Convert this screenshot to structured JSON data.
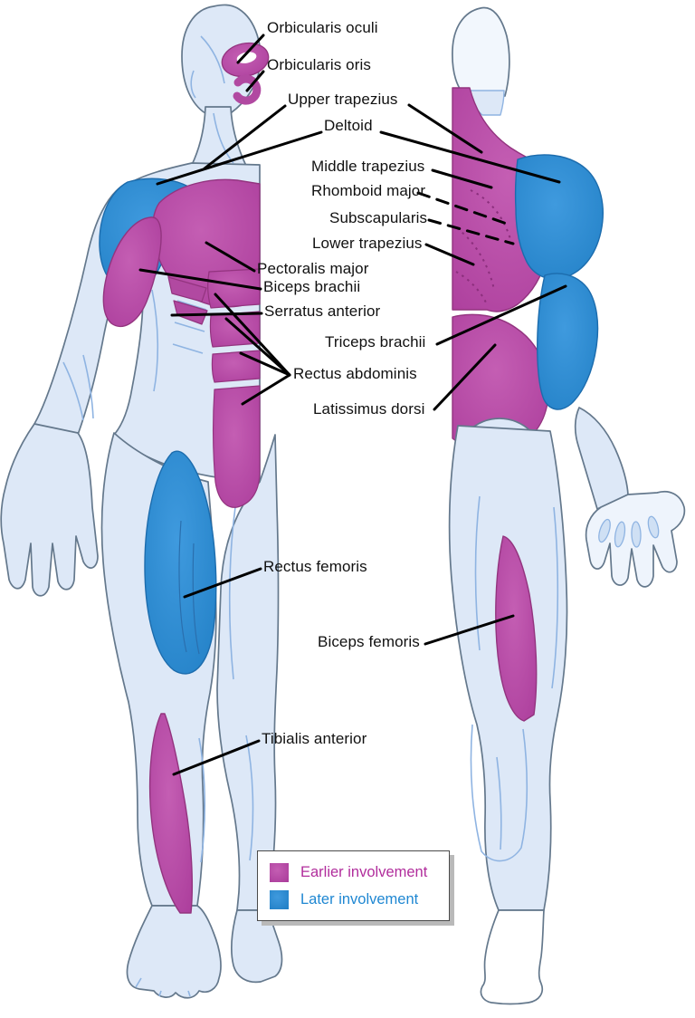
{
  "colors": {
    "earlier_involvement": "#b149a1",
    "later_involvement": "#2d8bd2",
    "body_fill": "#dde8f7",
    "body_outline": "#64788c",
    "leader_line": "#000000",
    "label_text": "#111111",
    "legend_earlier_text": "#b12d9c",
    "legend_later_text": "#1f87d2"
  },
  "labels": [
    {
      "id": "orbicularis-oculi",
      "text": "Orbicularis oculi",
      "involvement": "earlier"
    },
    {
      "id": "orbicularis-oris",
      "text": "Orbicularis oris",
      "involvement": "earlier"
    },
    {
      "id": "upper-trapezius",
      "text": "Upper trapezius",
      "involvement": "earlier"
    },
    {
      "id": "deltoid",
      "text": "Deltoid",
      "involvement": "later"
    },
    {
      "id": "middle-trapezius",
      "text": "Middle trapezius",
      "involvement": "earlier"
    },
    {
      "id": "rhomboid-major",
      "text": "Rhomboid major",
      "involvement": "earlier"
    },
    {
      "id": "subscapularis",
      "text": "Subscapularis",
      "involvement": "earlier"
    },
    {
      "id": "lower-trapezius",
      "text": "Lower trapezius",
      "involvement": "earlier"
    },
    {
      "id": "pectoralis-major",
      "text": "Pectoralis major",
      "involvement": "earlier"
    },
    {
      "id": "biceps-brachii",
      "text": "Biceps brachii",
      "involvement": "earlier"
    },
    {
      "id": "serratus-anterior",
      "text": "Serratus anterior",
      "involvement": "earlier"
    },
    {
      "id": "triceps-brachii",
      "text": "Triceps brachii",
      "involvement": "later"
    },
    {
      "id": "rectus-abdominis",
      "text": "Rectus abdominis",
      "involvement": "earlier"
    },
    {
      "id": "latissimus-dorsi",
      "text": "Latissimus dorsi",
      "involvement": "earlier"
    },
    {
      "id": "rectus-femoris",
      "text": "Rectus femoris",
      "involvement": "later"
    },
    {
      "id": "biceps-femoris",
      "text": "Biceps femoris",
      "involvement": "earlier"
    },
    {
      "id": "tibialis-anterior",
      "text": "Tibialis anterior",
      "involvement": "earlier"
    }
  ],
  "legend": {
    "items": [
      {
        "label": "Earlier involvement",
        "swatch_color": "#b149a1"
      },
      {
        "label": "Later involvement",
        "swatch_color": "#2d8bd2"
      }
    ]
  }
}
